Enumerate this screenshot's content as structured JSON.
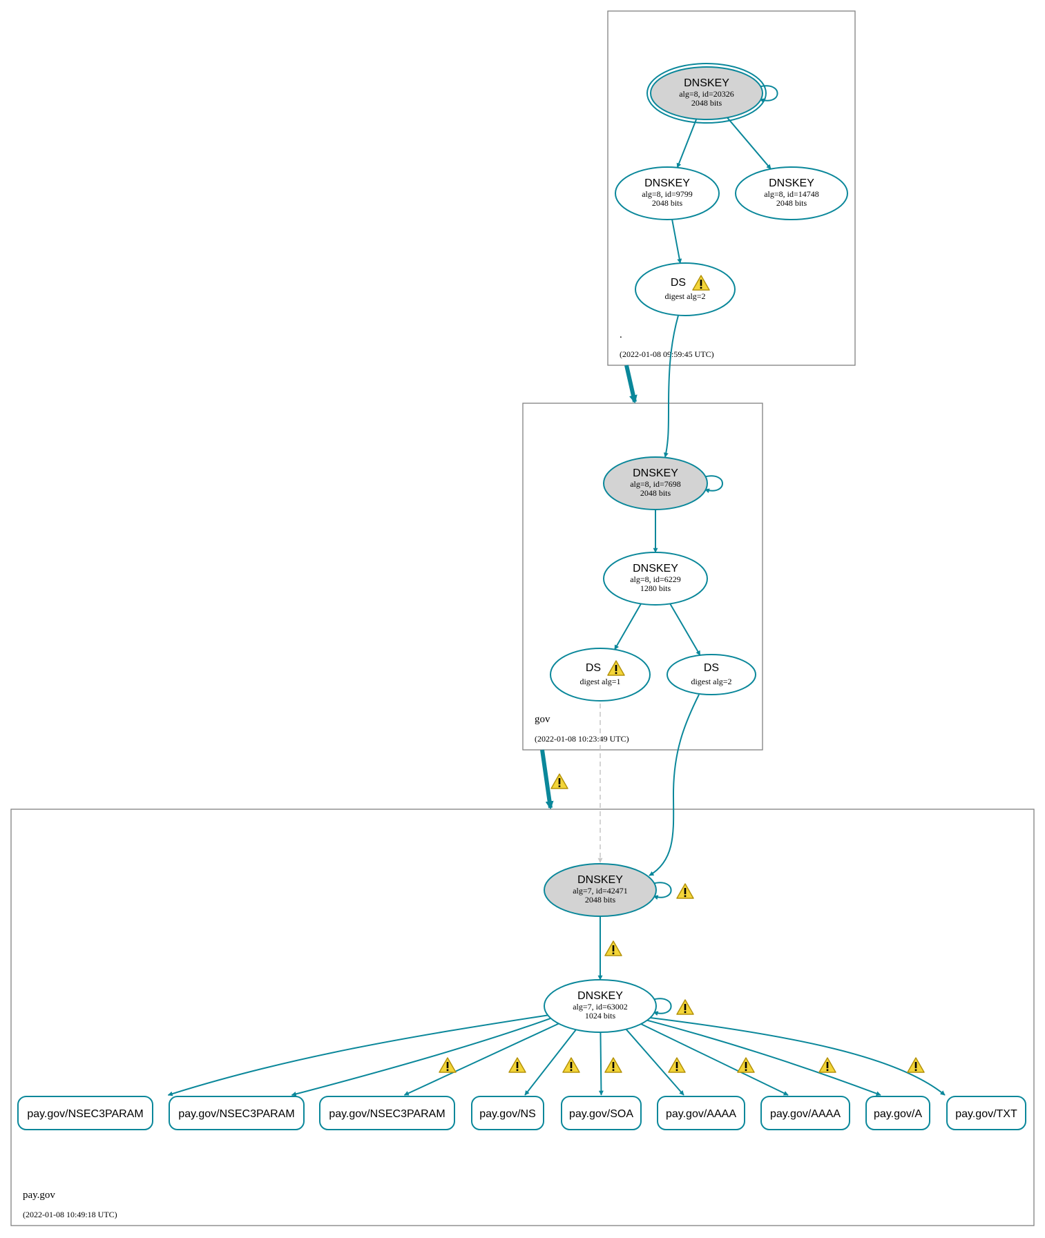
{
  "colors": {
    "edge": "#0a879a",
    "fill_sep": "#d3d3d3",
    "fill_ksk": "#ffffff",
    "zone_border": "#7f7f7f",
    "dashed": "#c8c8c8",
    "warn_fill": "#f3d539",
    "warn_stroke": "#b4920a"
  },
  "zones": [
    {
      "id": "root",
      "name": ".",
      "timestamp": "(2022-01-08 09:59:45 UTC)"
    },
    {
      "id": "gov",
      "name": "gov",
      "timestamp": "(2022-01-08 10:23:49 UTC)"
    },
    {
      "id": "paygov",
      "name": "pay.gov",
      "timestamp": "(2022-01-08 10:49:18 UTC)"
    }
  ],
  "nodes": [
    {
      "id": "root_ksk",
      "title": "DNSKEY",
      "line1": "alg=8, id=20326",
      "line2": "2048 bits",
      "sep": true,
      "trust_anchor": true
    },
    {
      "id": "root_zsk1",
      "title": "DNSKEY",
      "line1": "alg=8, id=9799",
      "line2": "2048 bits"
    },
    {
      "id": "root_zsk2",
      "title": "DNSKEY",
      "line1": "alg=8, id=14748",
      "line2": "2048 bits"
    },
    {
      "id": "root_ds",
      "title": "DS",
      "line1": "digest alg=2",
      "warning": true
    },
    {
      "id": "gov_ksk",
      "title": "DNSKEY",
      "line1": "alg=8, id=7698",
      "line2": "2048 bits",
      "sep": true
    },
    {
      "id": "gov_zsk",
      "title": "DNSKEY",
      "line1": "alg=8, id=6229",
      "line2": "1280 bits"
    },
    {
      "id": "gov_ds1",
      "title": "DS",
      "line1": "digest alg=1",
      "warning": true
    },
    {
      "id": "gov_ds2",
      "title": "DS",
      "line1": "digest alg=2"
    },
    {
      "id": "pay_ksk",
      "title": "DNSKEY",
      "line1": "alg=7, id=42471",
      "line2": "2048 bits",
      "sep": true
    },
    {
      "id": "pay_zsk",
      "title": "DNSKEY",
      "line1": "alg=7, id=63002",
      "line2": "1024 bits"
    }
  ],
  "rrsets": [
    "pay.gov/NSEC3PARAM",
    "pay.gov/NSEC3PARAM",
    "pay.gov/NSEC3PARAM",
    "pay.gov/NS",
    "pay.gov/SOA",
    "pay.gov/AAAA",
    "pay.gov/AAAA",
    "pay.gov/A",
    "pay.gov/TXT"
  ],
  "edges": [
    {
      "from": "root_ksk",
      "to": "root_ksk",
      "kind": "self"
    },
    {
      "from": "root_ksk",
      "to": "root_zsk1"
    },
    {
      "from": "root_ksk",
      "to": "root_zsk2"
    },
    {
      "from": "root_zsk1",
      "to": "root_ds"
    },
    {
      "from": "root_ds",
      "to": "gov_ksk"
    },
    {
      "from": "gov_ksk",
      "to": "gov_ksk",
      "kind": "self"
    },
    {
      "from": "gov_ksk",
      "to": "gov_zsk"
    },
    {
      "from": "gov_zsk",
      "to": "gov_ds1"
    },
    {
      "from": "gov_zsk",
      "to": "gov_ds2"
    },
    {
      "from": "gov_ds1",
      "to": "pay_ksk",
      "kind": "dashed"
    },
    {
      "from": "gov_ds2",
      "to": "pay_ksk"
    },
    {
      "from": "pay_ksk",
      "to": "pay_ksk",
      "kind": "self",
      "warning": true
    },
    {
      "from": "pay_ksk",
      "to": "pay_zsk",
      "warning": true
    },
    {
      "from": "pay_zsk",
      "to": "pay_zsk",
      "kind": "self",
      "warning": true
    },
    {
      "from": "pay_zsk",
      "to": "rrset_0"
    },
    {
      "from": "pay_zsk",
      "to": "rrset_1",
      "warning": true
    },
    {
      "from": "pay_zsk",
      "to": "rrset_2",
      "warning": true
    },
    {
      "from": "pay_zsk",
      "to": "rrset_3",
      "warning": true
    },
    {
      "from": "pay_zsk",
      "to": "rrset_4",
      "warning": true
    },
    {
      "from": "pay_zsk",
      "to": "rrset_5",
      "warning": true
    },
    {
      "from": "pay_zsk",
      "to": "rrset_6",
      "warning": true
    },
    {
      "from": "pay_zsk",
      "to": "rrset_7",
      "warning": true
    },
    {
      "from": "pay_zsk",
      "to": "rrset_8",
      "warning": true
    },
    {
      "from": "root",
      "to": "gov",
      "kind": "delegation"
    },
    {
      "from": "gov",
      "to": "paygov",
      "kind": "delegation",
      "warning": true
    }
  ]
}
